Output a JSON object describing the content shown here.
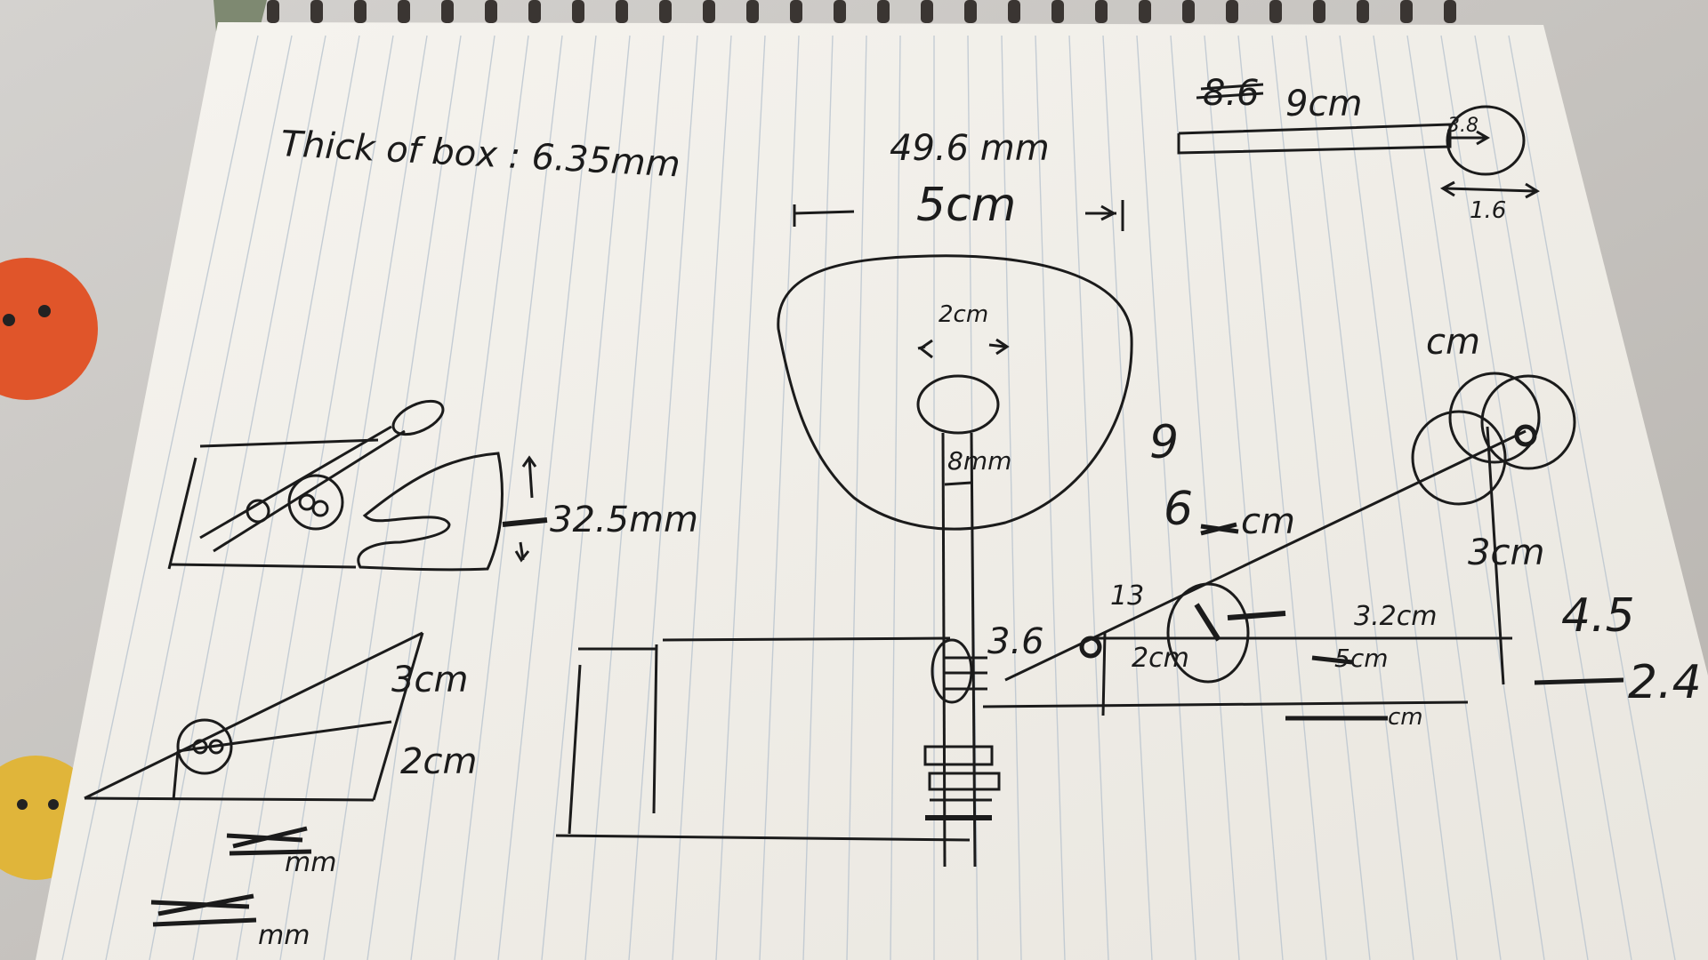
{
  "notes": {
    "thickness": "Thick of box : 6.35mm",
    "top_dim_mm": "49.6 mm",
    "top_dim_cm": "5cm",
    "top_right_struck": "8.6",
    "top_right_len": "9cm",
    "top_right_small": "3.8",
    "top_right_width": "1.6",
    "head_inner": "2cm",
    "shaft_width": "8mm",
    "dim_9": "9",
    "dim_6": "6",
    "dim_6_cm": "cm",
    "dim_32_5": "32.5mm",
    "dim_3_6": "3.6",
    "right_top_scribble": "cm",
    "right_3cm": "3cm",
    "right_13": "13",
    "right_32cm": "3.2cm",
    "right_45": "4.5",
    "right_2cm": "2cm",
    "right_5cm": "5cm",
    "right_24": "2.4",
    "right_bottom_cm": "cm",
    "left_3cm": "3cm",
    "left_2cm": "2cm",
    "bottom_mm_1": "mm",
    "bottom_mm_2": "mm"
  },
  "colors": {
    "paper": "#f2f0eb",
    "ink": "#1b1b1b",
    "rule": "#b9c4cf",
    "fabric": "#c9c6c2",
    "sticker_orange": "#e0552a",
    "sticker_yellow": "#e0b53a"
  }
}
